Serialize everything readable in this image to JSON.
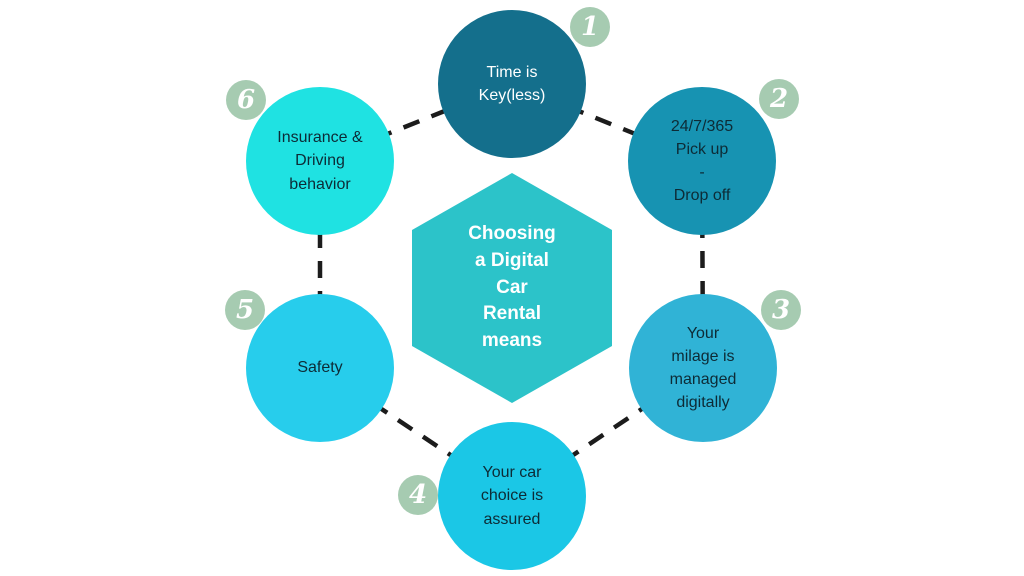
{
  "diagram": {
    "background": "#ffffff",
    "connector_color": "#1c1c1c",
    "badge": {
      "color": "#a6cbb1",
      "text_color": "#ffffff"
    },
    "center": {
      "label": "Choosing\na Digital\nCar\nRental\nmeans",
      "color": "#2cc3c9",
      "text_color": "#ffffff"
    },
    "nodes": [
      {
        "number": "1",
        "label": "Time is\nKey(less)",
        "color": "#146f8c",
        "text_color": "#ffffff"
      },
      {
        "number": "2",
        "label": "24/7/365\nPick up\n-\nDrop off",
        "color": "#1793b2",
        "text_color": "#0d2b36"
      },
      {
        "number": "3",
        "label": "Your\nmilage is\nmanaged\ndigitally",
        "color": "#30b3d6",
        "text_color": "#0d2b36"
      },
      {
        "number": "4",
        "label": "Your car\nchoice is\nassured",
        "color": "#1bc7e6",
        "text_color": "#0d2b36"
      },
      {
        "number": "5",
        "label": "Safety",
        "color": "#27cdec",
        "text_color": "#0d2b36"
      },
      {
        "number": "6",
        "label": "Insurance &\nDriving\nbehavior",
        "color": "#1fe2e2",
        "text_color": "#0d2b36"
      }
    ]
  }
}
